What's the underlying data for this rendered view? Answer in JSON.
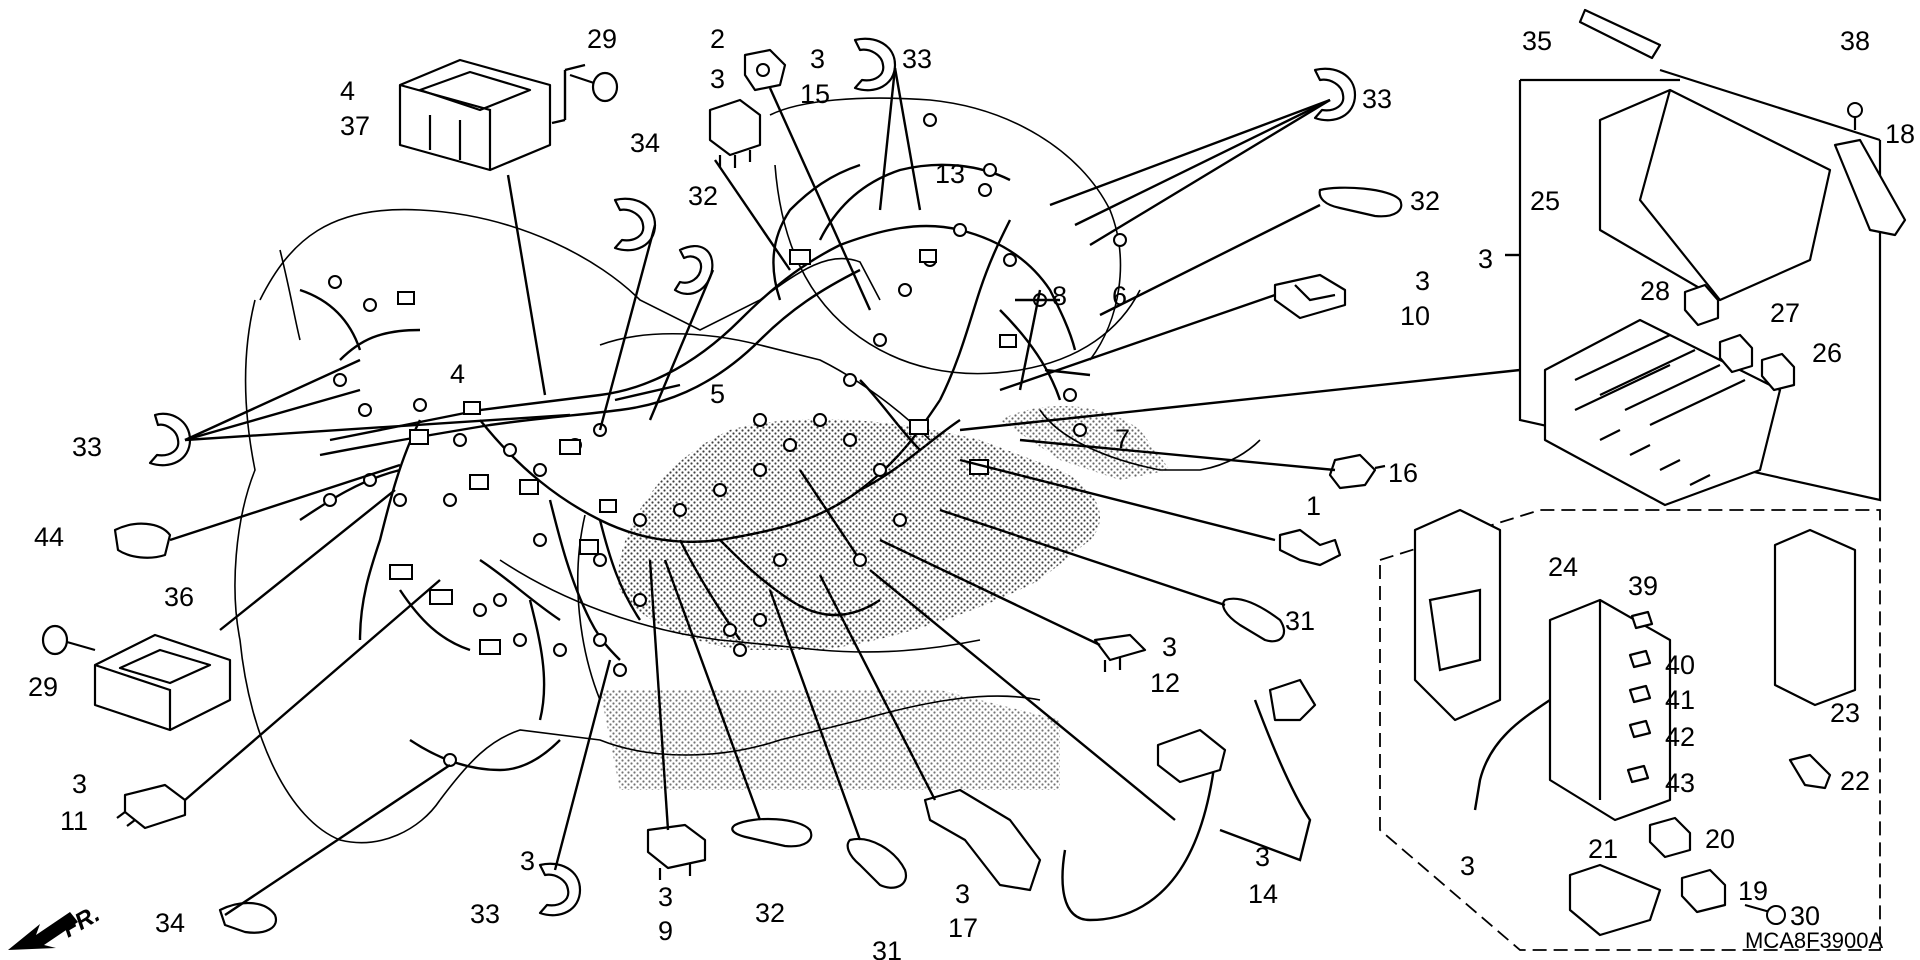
{
  "diagram_code": "MCA8F3900A",
  "front_indicator": "FR.",
  "callouts": [
    {
      "id": "c29a",
      "text": "29"
    },
    {
      "id": "c4a",
      "text": "4"
    },
    {
      "id": "c37",
      "text": "37"
    },
    {
      "id": "c2",
      "text": "2"
    },
    {
      "id": "c3a",
      "text": "3"
    },
    {
      "id": "c3b",
      "text": "3"
    },
    {
      "id": "c15",
      "text": "15"
    },
    {
      "id": "c33a",
      "text": "33"
    },
    {
      "id": "c33b",
      "text": "33"
    },
    {
      "id": "c34a",
      "text": "34"
    },
    {
      "id": "c32a",
      "text": "32"
    },
    {
      "id": "c13",
      "text": "13"
    },
    {
      "id": "c32b",
      "text": "32"
    },
    {
      "id": "c6",
      "text": "6"
    },
    {
      "id": "c3c",
      "text": "3"
    },
    {
      "id": "c10",
      "text": "10"
    },
    {
      "id": "c8",
      "text": "8"
    },
    {
      "id": "c4b",
      "text": "4"
    },
    {
      "id": "c5",
      "text": "5"
    },
    {
      "id": "c33c",
      "text": "33"
    },
    {
      "id": "c7",
      "text": "7"
    },
    {
      "id": "c16",
      "text": "16"
    },
    {
      "id": "c44",
      "text": "44"
    },
    {
      "id": "c1",
      "text": "1"
    },
    {
      "id": "c36",
      "text": "36"
    },
    {
      "id": "c31a",
      "text": "31"
    },
    {
      "id": "c29b",
      "text": "29"
    },
    {
      "id": "c3d",
      "text": "3"
    },
    {
      "id": "c12",
      "text": "12"
    },
    {
      "id": "c3e",
      "text": "3"
    },
    {
      "id": "c11",
      "text": "11"
    },
    {
      "id": "c3f",
      "text": "3"
    },
    {
      "id": "c3g",
      "text": "3"
    },
    {
      "id": "c9",
      "text": "9"
    },
    {
      "id": "c32c",
      "text": "32"
    },
    {
      "id": "c3h",
      "text": "3"
    },
    {
      "id": "c17",
      "text": "17"
    },
    {
      "id": "c3i",
      "text": "3"
    },
    {
      "id": "c14",
      "text": "14"
    },
    {
      "id": "c34b",
      "text": "34"
    },
    {
      "id": "c33d",
      "text": "33"
    },
    {
      "id": "c31b",
      "text": "31"
    },
    {
      "id": "c35",
      "text": "35"
    },
    {
      "id": "c38",
      "text": "38"
    },
    {
      "id": "c18",
      "text": "18"
    },
    {
      "id": "c25",
      "text": "25"
    },
    {
      "id": "c3j",
      "text": "3"
    },
    {
      "id": "c28",
      "text": "28"
    },
    {
      "id": "c27",
      "text": "27"
    },
    {
      "id": "c26",
      "text": "26"
    },
    {
      "id": "c24",
      "text": "24"
    },
    {
      "id": "c39",
      "text": "39"
    },
    {
      "id": "c40",
      "text": "40"
    },
    {
      "id": "c41",
      "text": "41"
    },
    {
      "id": "c42",
      "text": "42"
    },
    {
      "id": "c43",
      "text": "43"
    },
    {
      "id": "c23",
      "text": "23"
    },
    {
      "id": "c22",
      "text": "22"
    },
    {
      "id": "c20",
      "text": "20"
    },
    {
      "id": "c21",
      "text": "21"
    },
    {
      "id": "c19",
      "text": "19"
    },
    {
      "id": "c3k",
      "text": "3"
    },
    {
      "id": "c30",
      "text": "30"
    }
  ]
}
